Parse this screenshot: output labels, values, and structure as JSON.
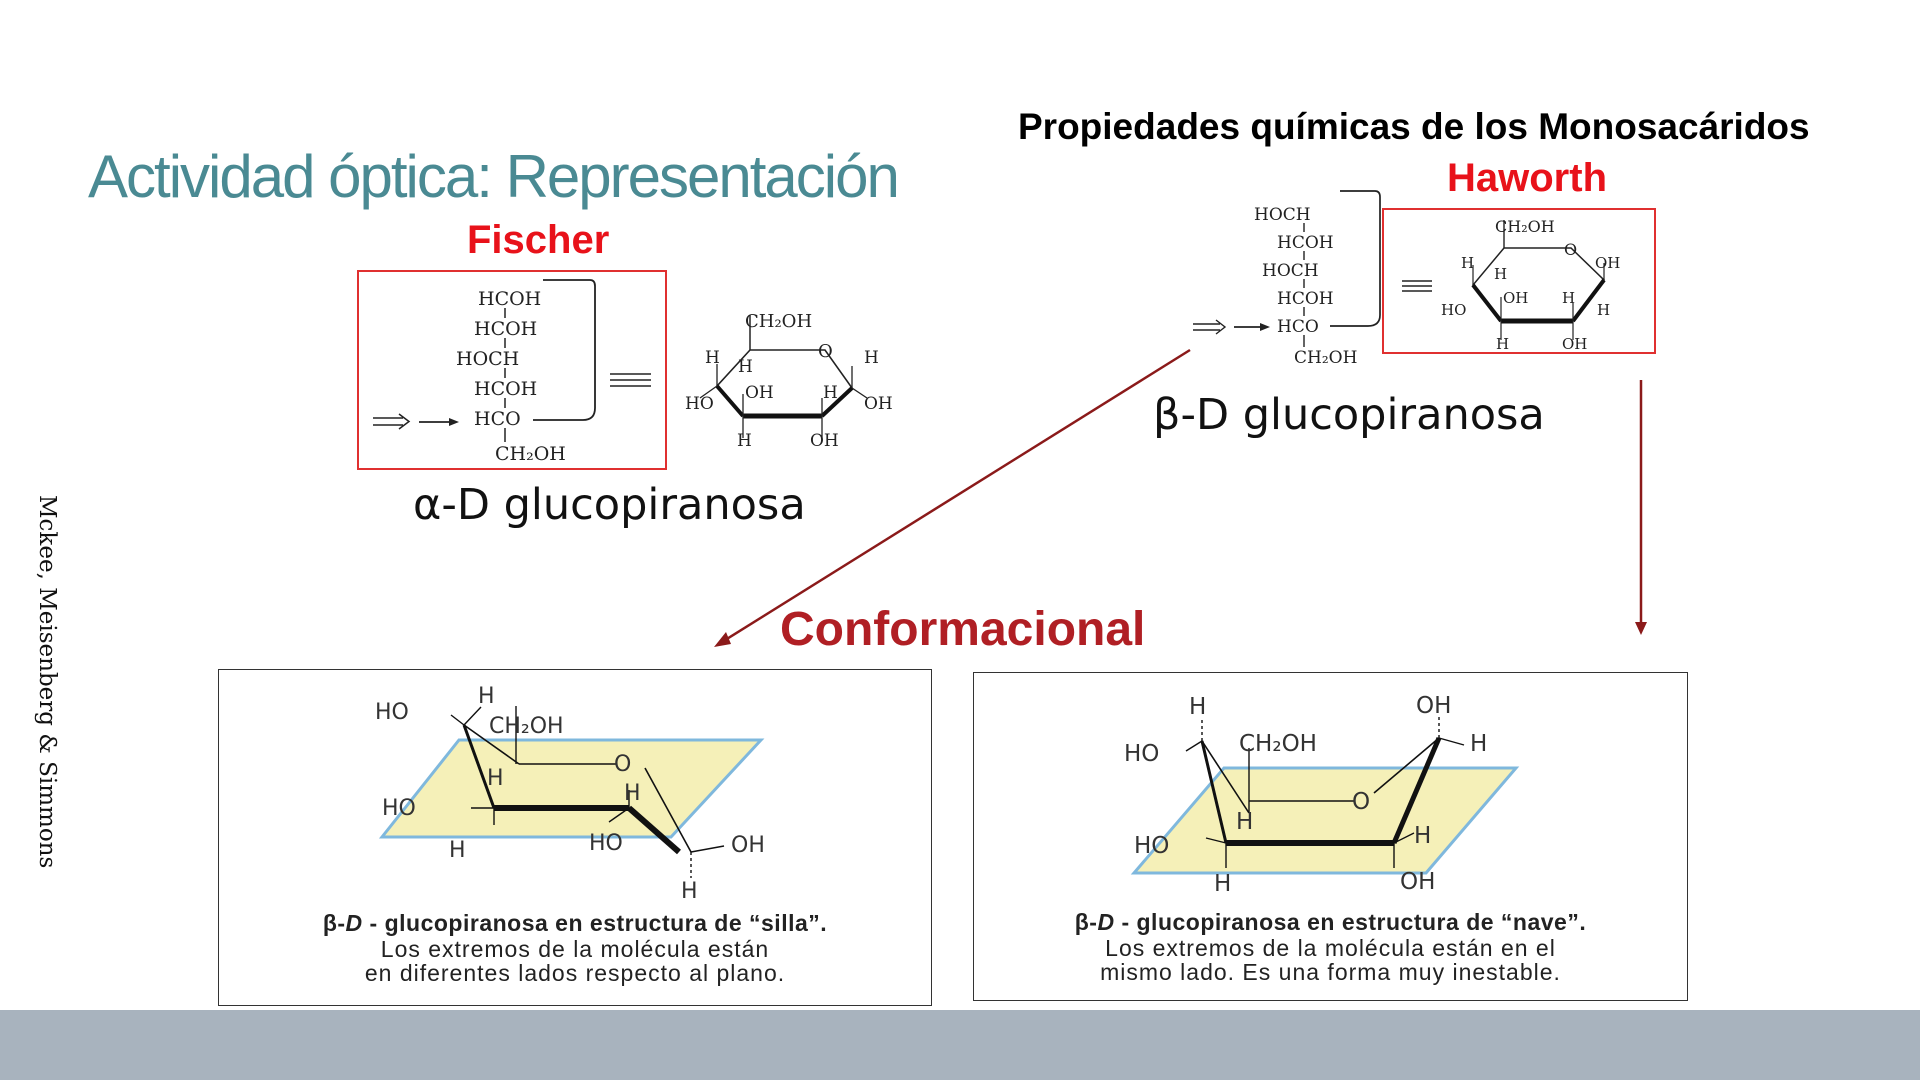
{
  "slide": {
    "title": "Actividad óptica: Representación",
    "subtitle": "Propiedades químicas de los Monosacáridos",
    "credit": "Mckee, Meisenberg & Simmons"
  },
  "fischer": {
    "label": "Fischer",
    "caption": "α-D glucopiranosa",
    "chain": [
      "HCOH",
      "HCOH",
      "HOCH",
      "HCOH",
      "HCO",
      "CH₂OH"
    ]
  },
  "haworth": {
    "label": "Haworth",
    "caption": "β-D glucopiranosa",
    "chain": [
      "HOCH",
      "HCOH",
      "HOCH",
      "HCOH",
      "HCO",
      "CH₂OH"
    ]
  },
  "ring_labels": {
    "ch2oh": "CH₂OH",
    "o": "O",
    "h": "H",
    "oh": "OH",
    "ho": "HO"
  },
  "conformational": {
    "label": "Conformacional",
    "chair": {
      "title_prefix": "β-",
      "title_d": "D",
      "title_rest": " - glucopiranosa en estructura de “silla”.",
      "line1": "Los extremos de la molécula están",
      "line2": "en diferentes lados respecto al plano."
    },
    "boat": {
      "title_prefix": "β-",
      "title_d": "D",
      "title_rest": " - glucopiranosa en estructura de “nave”.",
      "line1": "Los extremos de la molécula están en el",
      "line2": "mismo lado. Es una forma muy inestable."
    }
  },
  "colors": {
    "title": "#4a8a93",
    "red_label": "#e8121a",
    "conformacional": "#b01f24",
    "arrow": "#8b1a1a",
    "box_border": "#e03030",
    "plane_fill": "#f5f0b8",
    "plane_edge": "#7fb8dd",
    "footer": "#a8b3be"
  }
}
